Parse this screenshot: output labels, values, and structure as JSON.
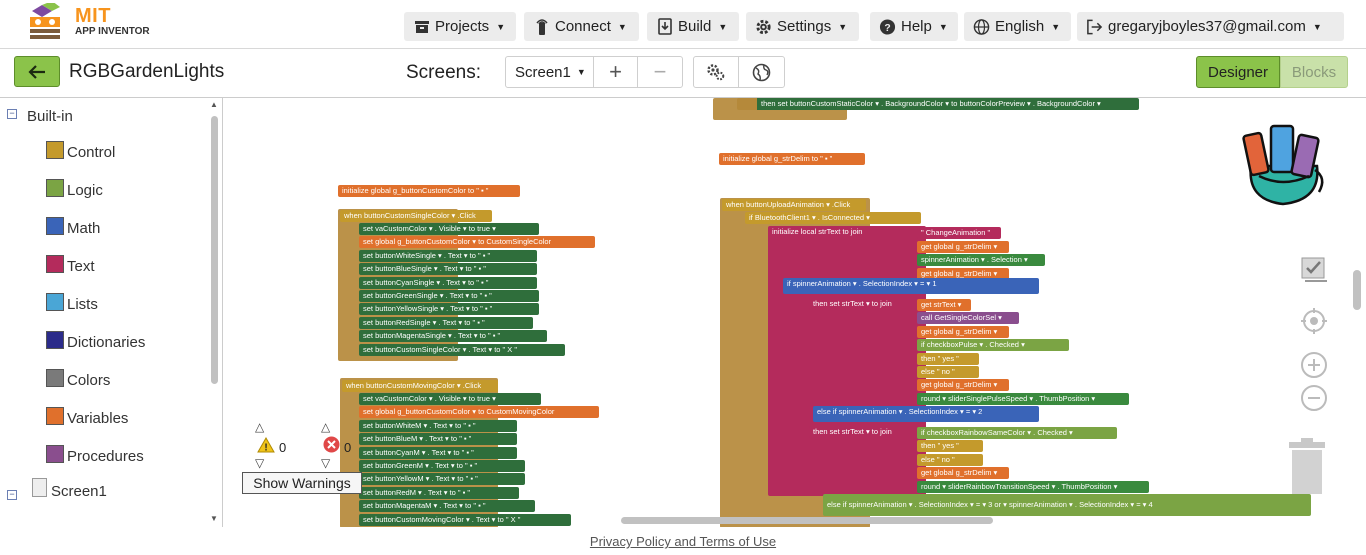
{
  "brand": {
    "line1": "MIT",
    "line2": "APP INVENTOR"
  },
  "nav": {
    "projects": "Projects",
    "connect": "Connect",
    "build": "Build",
    "settings": "Settings",
    "help": "Help",
    "language": "English",
    "account": "gregaryjboyles37@gmail.com"
  },
  "toolbar": {
    "project_name": "RGBGardenLights",
    "screens_label": "Screens:",
    "screen_selected": "Screen1",
    "add_screen": "+",
    "remove_screen": "−",
    "designer": "Designer",
    "blocks": "Blocks"
  },
  "tree": {
    "builtin": "Built-in",
    "items": [
      {
        "label": "Control",
        "color": "#c49a2c"
      },
      {
        "label": "Logic",
        "color": "#7ba444"
      },
      {
        "label": "Math",
        "color": "#3a64b8"
      },
      {
        "label": "Text",
        "color": "#b42b5c"
      },
      {
        "label": "Lists",
        "color": "#4aa6d6"
      },
      {
        "label": "Dictionaries",
        "color": "#2b2b8a"
      },
      {
        "label": "Colors",
        "color": "#7a7a7a"
      },
      {
        "label": "Variables",
        "color": "#e0702c"
      },
      {
        "label": "Procedures",
        "color": "#8a4e8e"
      }
    ],
    "screen": "Screen1"
  },
  "warnings": {
    "warn_count": "0",
    "error_count": "0",
    "show_label": "Show Warnings"
  },
  "blocks": {
    "top_set": "then  set  buttonCustomStaticColor ▾ . BackgroundColor ▾  to  buttonColorPreview ▾ . BackgroundColor ▾",
    "init_delim": "initialize global  g_strDelim  to  \" ▪ \"",
    "init_custom": "initialize global  g_buttonCustomColor  to  \" ▪ \"",
    "single_when": "when  buttonCustomSingleColor ▾ .Click",
    "single_rows": [
      "set  vaCustomColor ▾ . Visible ▾  to  true ▾",
      "set  global g_buttonCustomColor ▾  to  CustomSingleColor",
      "set  buttonWhiteSingle ▾ . Text ▾  to  \" ▪ \"",
      "set  buttonBlueSingle ▾ . Text ▾  to  \" ▪ \"",
      "set  buttonCyanSingle ▾ . Text ▾  to  \" ▪ \"",
      "set  buttonGreenSingle ▾ . Text ▾  to  \" ▪ \"",
      "set  buttonYellowSingle ▾ . Text ▾  to  \" ▪ \"",
      "set  buttonRedSingle ▾ . Text ▾  to  \" ▪ \"",
      "set  buttonMagentaSingle ▾ . Text ▾  to  \" ▪ \"",
      "set  buttonCustomSingleColor ▾ . Text ▾  to  \" X \""
    ],
    "moving_when": "when  buttonCustomMovingColor ▾ .Click",
    "moving_rows": [
      "set  vaCustomColor ▾ . Visible ▾  to  true ▾",
      "set  global g_buttonCustomColor ▾  to  CustomMovingColor",
      "set  buttonWhiteM ▾ . Text ▾  to  \" ▪ \"",
      "set  buttonBlueM ▾ . Text ▾  to  \" ▪ \"",
      "set  buttonCyanM ▾ . Text ▾  to  \" ▪ \"",
      "set  buttonGreenM ▾ . Text ▾  to  \" ▪ \"",
      "set  buttonYellowM ▾ . Text ▾  to  \" ▪ \"",
      "set  buttonRedM ▾ . Text ▾  to  \" ▪ \"",
      "set  buttonMagentaM ▾ . Text ▾  to  \" ▪ \"",
      "set  buttonCustomMovingColor ▾ . Text ▾  to  \" X \""
    ],
    "upload_when": "when  buttonUploadAnimation ▾ .Click",
    "upload_if": "if  BluetoothClient1 ▾ . IsConnected ▾",
    "upload_init": "initialize local  strText  to  join",
    "join_items": [
      "\" ChangeAnimation \"",
      "get  global g_strDelim ▾",
      "spinnerAnimation ▾ . Selection ▾",
      "get  global g_strDelim ▾"
    ],
    "in_if1": "if  spinnerAnimation ▾ . SelectionIndex ▾  = ▾  1",
    "then1": "then  set  strText ▾  to  join",
    "join1": [
      "get  strText ▾",
      "call  GetSingleColorSel ▾",
      "get  global g_strDelim ▾",
      "if  checkboxPulse ▾ . Checked ▾",
      "then  \" yes \"",
      "else  \" no \"",
      "get  global g_strDelim ▾",
      "round ▾  sliderSinglePulseSpeed ▾ . ThumbPosition ▾"
    ],
    "elseif2": "else if  spinnerAnimation ▾ . SelectionIndex ▾  = ▾  2",
    "then2": "then  set  strText ▾  to  join",
    "join2": [
      "if  checkboxRainbowSameColor ▾ . Checked ▾",
      "then  \" yes \"",
      "else  \" no \"",
      "get  global g_strDelim ▾",
      "round ▾  sliderRainbowTransitionSpeed ▾ . ThumbPosition ▾"
    ],
    "elseif3": "else if   spinnerAnimation ▾ . SelectionIndex ▾  = ▾  3   or ▾   spinnerAnimation ▾ . SelectionIndex ▾  = ▾  4"
  },
  "footer": "Privacy Policy and Terms of Use"
}
